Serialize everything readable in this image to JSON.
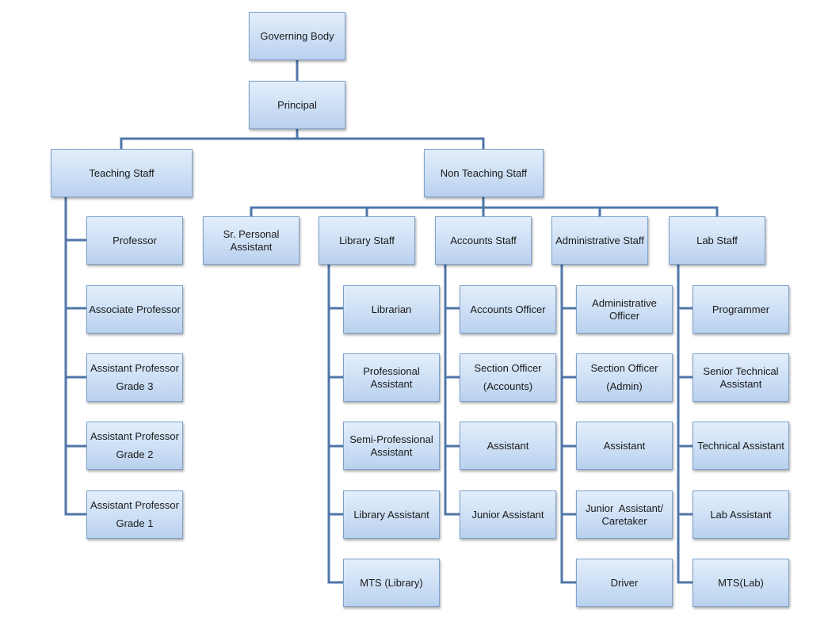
{
  "nodes": {
    "governing_body": "Governing Body",
    "principal": "Principal",
    "teaching_staff": "Teaching Staff",
    "non_teaching_staff": "Non Teaching Staff",
    "professor": "Professor",
    "associate_professor": "Associate Professor",
    "asst_prof_g3_l1": "Assistant Professor",
    "asst_prof_g3_l2": "Grade 3",
    "asst_prof_g2_l1": "Assistant Professor",
    "asst_prof_g2_l2": "Grade 2",
    "asst_prof_g1_l1": "Assistant Professor",
    "asst_prof_g1_l2": "Grade 1",
    "sr_personal_assistant_l1": "Sr. Personal",
    "sr_personal_assistant_l2": "Assistant",
    "library_staff": "Library Staff",
    "accounts_staff": "Accounts Staff",
    "administrative_staff": "Administrative Staff",
    "lab_staff": "Lab Staff",
    "librarian": "Librarian",
    "professional_assistant_l1": "Professional",
    "professional_assistant_l2": "Assistant",
    "semi_professional_assistant_l1": "Semi-Professional",
    "semi_professional_assistant_l2": "Assistant",
    "library_assistant": "Library Assistant",
    "mts_library": "MTS (Library)",
    "accounts_officer": "Accounts Officer",
    "section_officer_accounts_l1": "Section Officer",
    "section_officer_accounts_l2": "(Accounts)",
    "assistant_accounts": "Assistant",
    "junior_assistant_accounts": "Junior Assistant",
    "administrative_officer_l1": "Administrative",
    "administrative_officer_l2": "Officer",
    "section_officer_admin_l1": "Section Officer",
    "section_officer_admin_l2": "(Admin)",
    "assistant_admin": "Assistant",
    "junior_assistant_caretaker_l1": "Junior  Assistant/",
    "junior_assistant_caretaker_l2": "Caretaker",
    "driver": "Driver",
    "programmer": "Programmer",
    "senior_technical_assistant_l1": "Senior Technical",
    "senior_technical_assistant_l2": "Assistant",
    "technical_assistant": "Technical Assistant",
    "lab_assistant": "Lab Assistant",
    "mts_lab": "MTS(Lab)"
  },
  "colors": {
    "connector": "#4f76a8",
    "box_border": "#7ea2cc",
    "box_fill_top": "#e3eefb",
    "box_fill_bottom": "#b9d0ee"
  }
}
